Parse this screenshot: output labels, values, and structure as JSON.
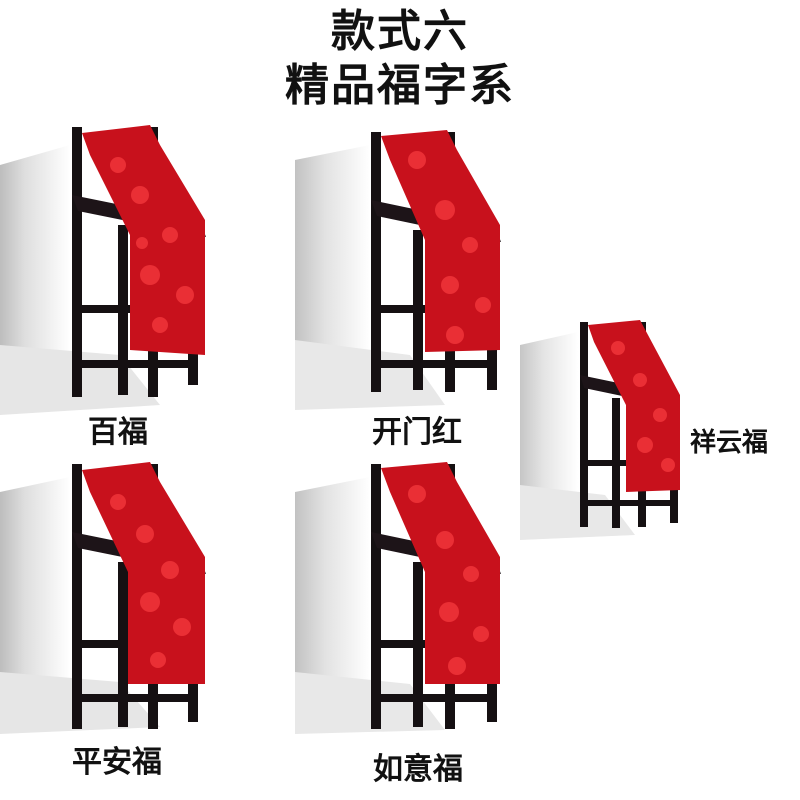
{
  "header": {
    "line1": "款式六",
    "line2": "精品福字系"
  },
  "products": [
    {
      "label": "百福"
    },
    {
      "label": "开门红"
    },
    {
      "label": "祥云福"
    },
    {
      "label": "平安福"
    },
    {
      "label": "如意福"
    }
  ],
  "colors": {
    "runner_red": "#c8111c",
    "runner_pattern": "#f0353a",
    "chair_black": "#151012",
    "wall_shadow": "#dcdcdc"
  }
}
